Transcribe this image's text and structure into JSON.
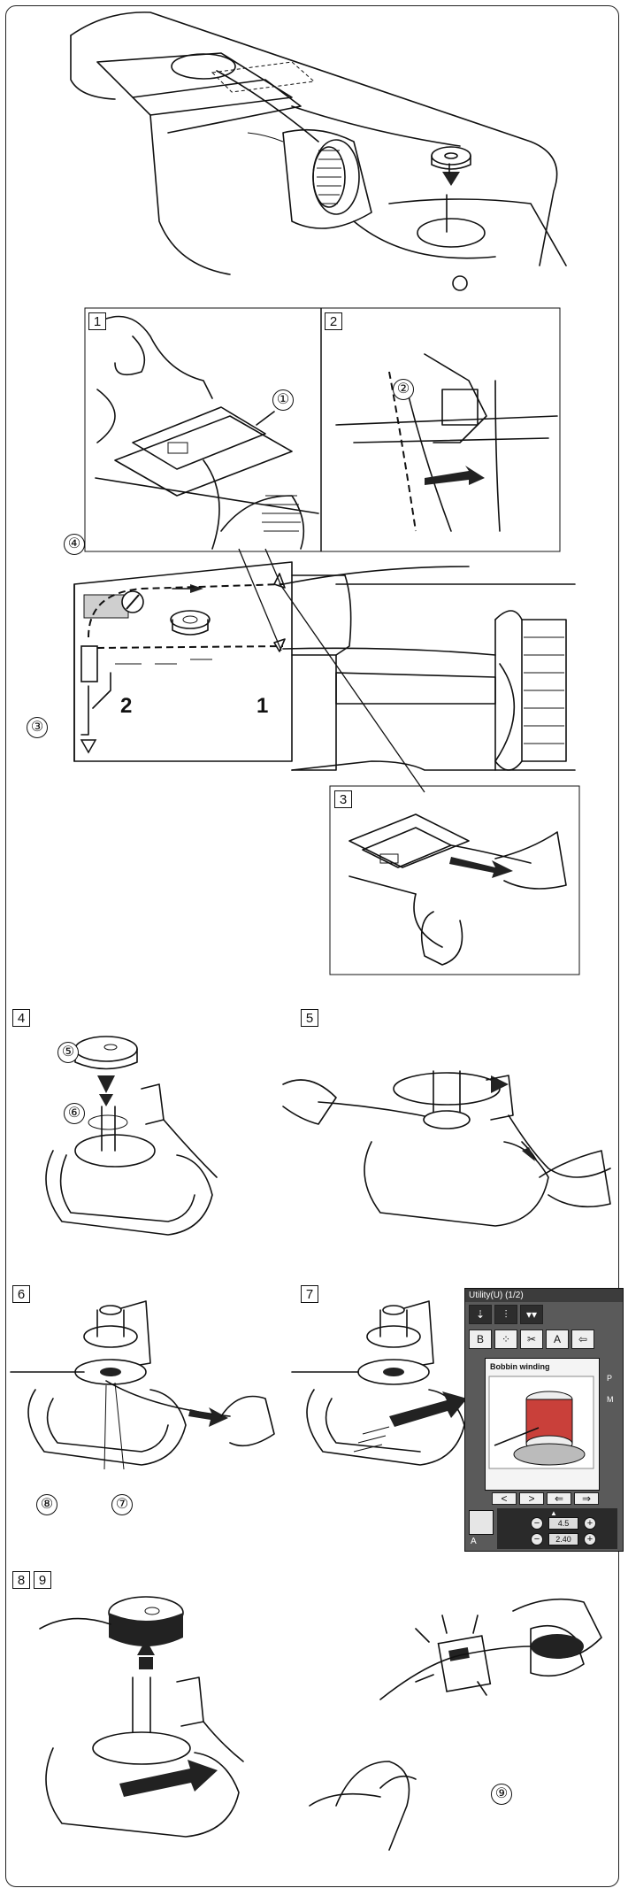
{
  "steps": {
    "s1": "1",
    "s2": "2",
    "s3": "3",
    "s4": "4",
    "s5": "5",
    "s6": "6",
    "s7": "7",
    "s8": "8",
    "s9": "9"
  },
  "callouts": {
    "c1": "①",
    "c2": "②",
    "c3": "③",
    "c4": "④",
    "c5": "⑤",
    "c6": "⑥",
    "c7": "⑦",
    "c8": "⑧",
    "c9": "⑨"
  },
  "guide_numbers": {
    "g1": "1",
    "g2": "2"
  },
  "screen": {
    "title": "Utility(U) (1/2)",
    "popup_title": "Bobbin winding",
    "value_top": "4.5",
    "value_bottom": "2.40",
    "foot_label": "A",
    "minus": "−",
    "plus": "+",
    "up": "▲",
    "side_letters": [
      "P",
      "M"
    ],
    "keys": [
      "A",
      "⇦"
    ]
  }
}
